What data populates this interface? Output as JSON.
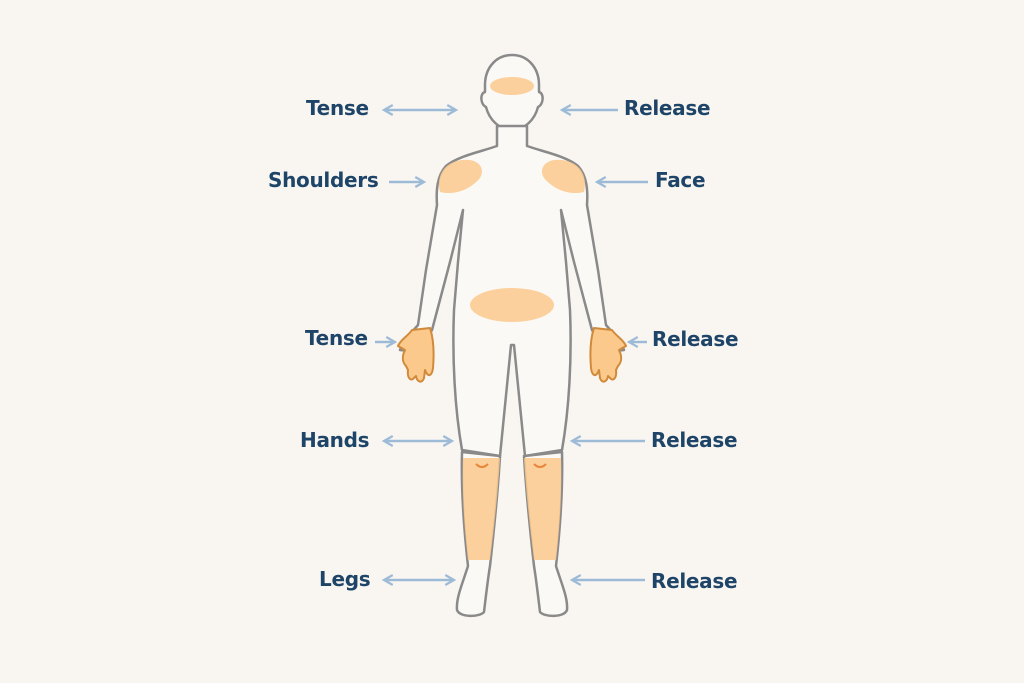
{
  "colors": {
    "background": "#f9f6f2",
    "label_text": "#1e4468",
    "arrow": "#9dbbd6",
    "body_outline": "#8a8a8a",
    "highlight": "#fbc98c"
  },
  "labels": {
    "left": [
      {
        "text": "Tense",
        "arrow": "double"
      },
      {
        "text": "Shoulders",
        "arrow": "right"
      },
      {
        "text": "Tense",
        "arrow": "right"
      },
      {
        "text": "Hands",
        "arrow": "double"
      },
      {
        "text": "Legs",
        "arrow": "double"
      }
    ],
    "right": [
      {
        "text": "Release",
        "arrow": "left"
      },
      {
        "text": "Face",
        "arrow": "left"
      },
      {
        "text": "Release",
        "arrow": "left"
      },
      {
        "text": "Release",
        "arrow": "left"
      },
      {
        "text": "Release",
        "arrow": "left"
      }
    ]
  },
  "highlighted_regions": [
    "forehead",
    "left-shoulder",
    "right-shoulder",
    "abdomen",
    "left-hand",
    "right-hand",
    "left-calf",
    "right-calf"
  ]
}
